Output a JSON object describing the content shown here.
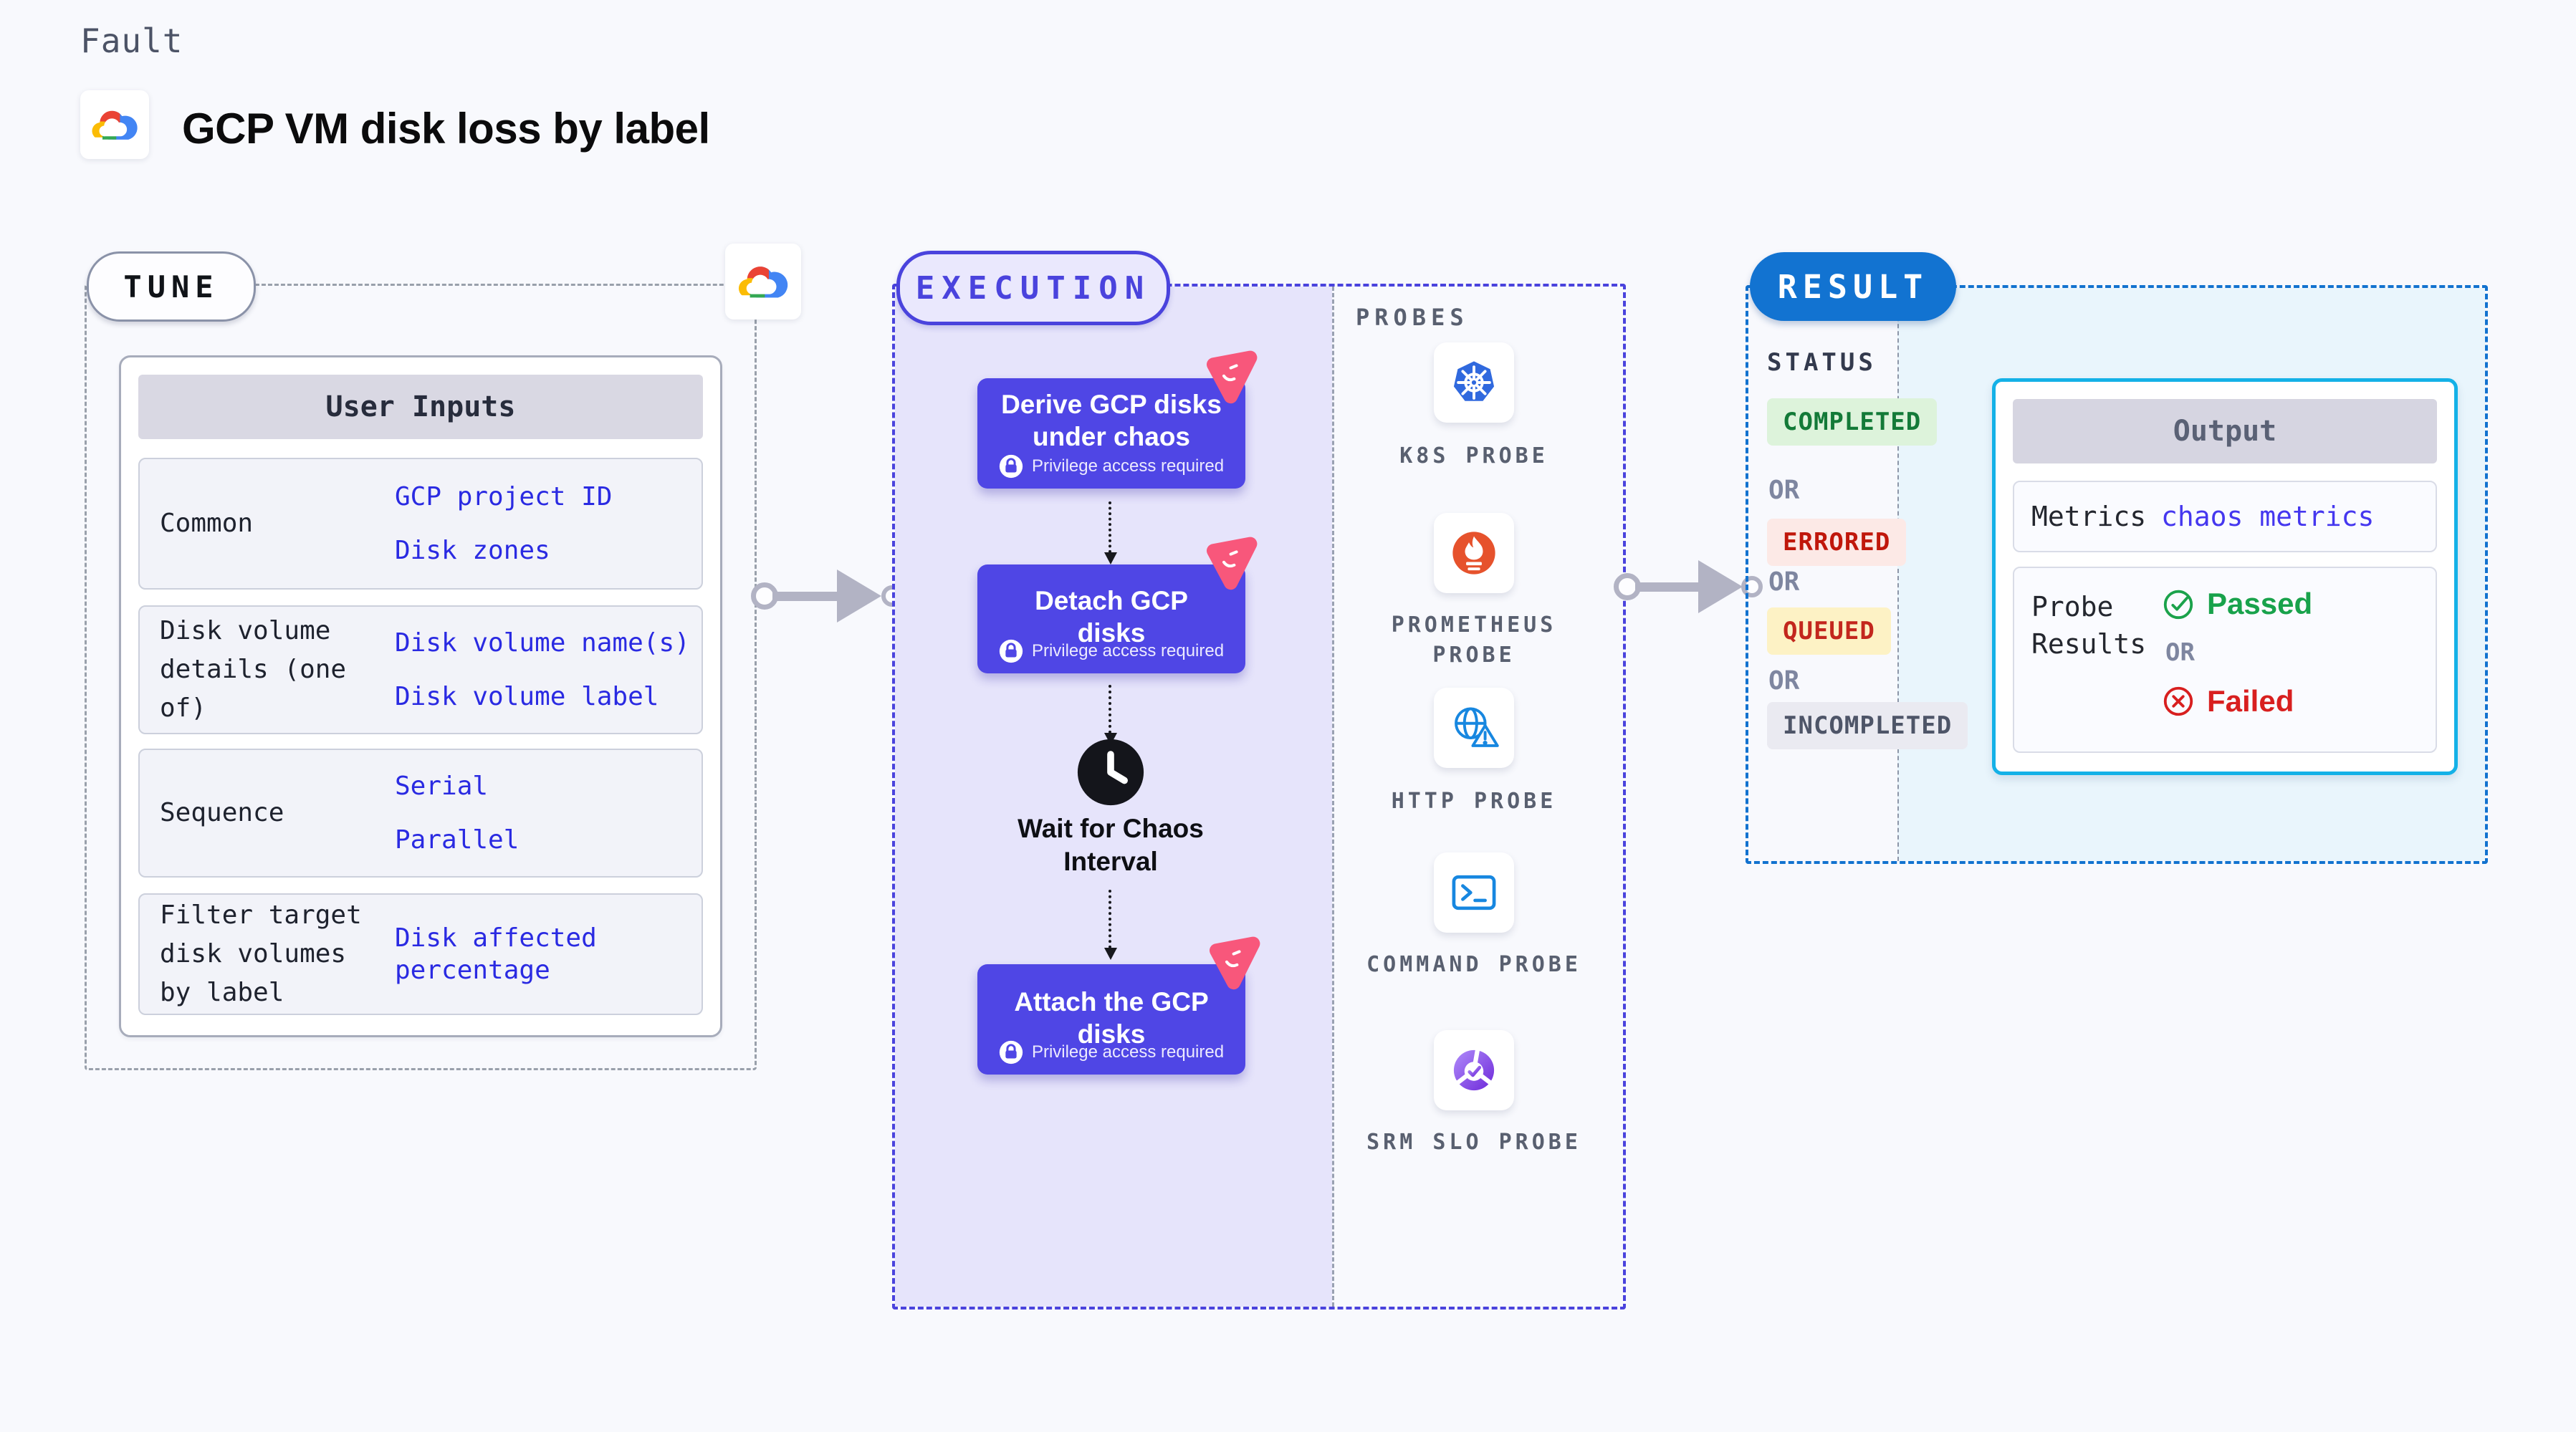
{
  "header": {
    "kind": "Fault",
    "title": "GCP VM disk loss by label",
    "logo": "gcp-cloud-logo"
  },
  "tune": {
    "badge": "TUNE",
    "table": {
      "header": "User Inputs",
      "rows": [
        {
          "label": "Common",
          "values": [
            "GCP project ID",
            "Disk zones"
          ]
        },
        {
          "label": "Disk volume details (one of)",
          "values": [
            "Disk volume name(s)",
            "Disk volume label"
          ]
        },
        {
          "label": "Sequence",
          "values": [
            "Serial",
            "Parallel"
          ]
        },
        {
          "label": "Filter target disk volumes by label",
          "values": [
            "Disk affected percentage"
          ]
        }
      ]
    }
  },
  "flow": {
    "execution_badge": "EXECUTION",
    "steps": {
      "derive": {
        "title": "Derive GCP disks under chaos",
        "note": "Privilege access required"
      },
      "detach": {
        "title": "Detach GCP disks",
        "note": "Privilege access required"
      },
      "wait": {
        "title": "Wait for Chaos Interval"
      },
      "attach": {
        "title": "Attach the GCP disks",
        "note": "Privilege access required"
      }
    }
  },
  "probes": {
    "heading": "PROBES",
    "items": [
      {
        "label": "K8S PROBE",
        "icon": "kubernetes-icon"
      },
      {
        "label": "PROMETHEUS PROBE",
        "icon": "prometheus-icon"
      },
      {
        "label": "HTTP PROBE",
        "icon": "http-globe-icon"
      },
      {
        "label": "COMMAND PROBE",
        "icon": "terminal-icon"
      },
      {
        "label": "SRM SLO PROBE",
        "icon": "srm-slo-icon"
      }
    ]
  },
  "result": {
    "badge": "RESULT",
    "status": {
      "heading": "STATUS",
      "items": [
        {
          "label": "COMPLETED",
          "kind": "success"
        },
        {
          "label": "OR",
          "kind": "or"
        },
        {
          "label": "ERRORED",
          "kind": "error"
        },
        {
          "label": "OR",
          "kind": "or"
        },
        {
          "label": "QUEUED",
          "kind": "warning"
        },
        {
          "label": "OR",
          "kind": "or"
        },
        {
          "label": "INCOMPLETED",
          "kind": "muted"
        }
      ]
    },
    "output": {
      "header": "Output",
      "metrics_label": "Metrics",
      "metrics_value": "chaos metrics",
      "probe_results_label": "Probe Results",
      "passed_label": "Passed",
      "or_label": "OR",
      "failed_label": "Failed"
    }
  },
  "colors": {
    "accent_indigo": "#4f46e5",
    "accent_blue": "#1273d1",
    "accent_cyan": "#14b1e7",
    "success_green": "#18a24b",
    "error_red": "#d81f1f",
    "value_blue": "#2a2ae2",
    "litmus_pink": "#f8577b"
  }
}
